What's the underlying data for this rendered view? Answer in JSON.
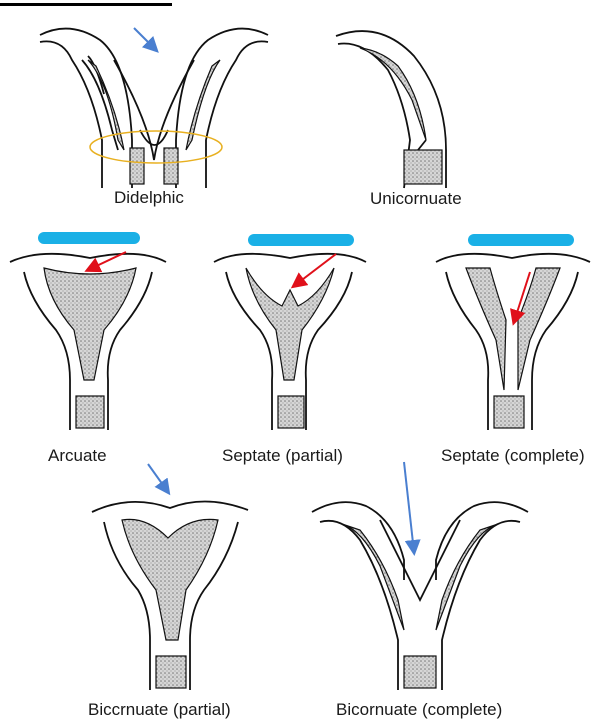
{
  "colors": {
    "line": "#111111",
    "stipple": "#bdbdbd",
    "blue_arrow": "#4a7fd0",
    "red_arrow": "#e0101a",
    "fundus_bar": "#1ab0e6",
    "cervix_ellipse": "#e8b020"
  },
  "diagrams": [
    {
      "id": "didelphic",
      "label": "Didelphic"
    },
    {
      "id": "unicornuate",
      "label": "Unicornuate"
    },
    {
      "id": "arcuate",
      "label": "Arcuate"
    },
    {
      "id": "septate-partial",
      "label": "Septate (partial)"
    },
    {
      "id": "septate-complete",
      "label": "Septate (complete)"
    },
    {
      "id": "bicornuate-partial",
      "label": "Biccrnuate (partial)"
    },
    {
      "id": "bicornuate-complete",
      "label": "Bicornuate (complete)"
    }
  ]
}
